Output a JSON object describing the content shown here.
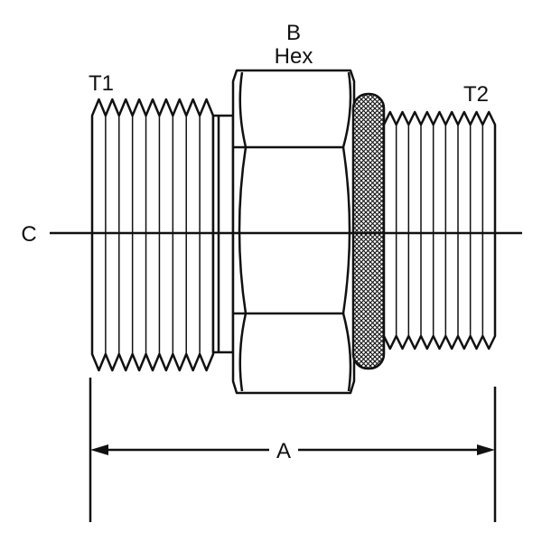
{
  "labels": {
    "hex_letter": "B",
    "hex_word": "Hex",
    "thread_left": "T1",
    "thread_right": "T2",
    "centerline": "C",
    "overall_length": "A"
  },
  "colors": {
    "line": "#111111",
    "background": "#ffffff"
  }
}
